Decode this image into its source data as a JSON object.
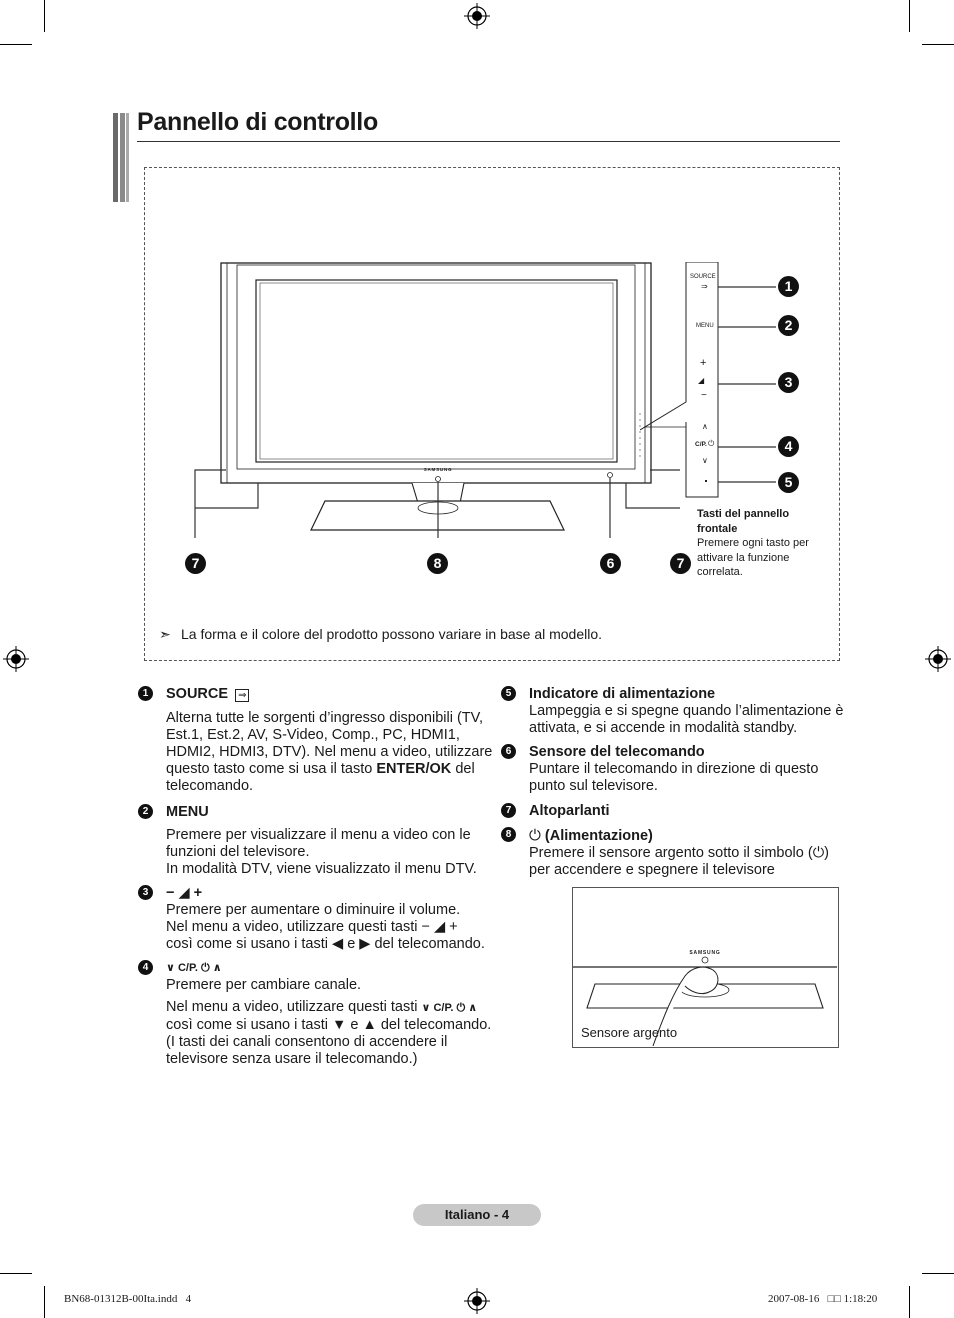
{
  "page": {
    "title": "Pannello di controllo",
    "note": "La forma e il colore del prodotto possono variare in base al modello.",
    "footer_page_label": "Italiano - 4",
    "footer_file": "BN68-01312B-00Ita.indd   4",
    "footer_date": "2007-08-16   □□ 1:18:20"
  },
  "figure": {
    "brand": "SAMSUNG",
    "panel_source_label": "SOURCE",
    "panel_menu_label": "MENU",
    "panel_plus": "+",
    "panel_minus": "−",
    "panel_up": "∧",
    "panel_cp": "C/P.",
    "panel_down": "∨",
    "callouts": [
      "1",
      "2",
      "3",
      "4",
      "5",
      "7",
      "8",
      "6",
      "7"
    ],
    "panel_note_title": "Tasti del pannello frontale",
    "panel_note_body": "Premere ogni tasto per attivare la funzione correlata."
  },
  "items_left": [
    {
      "num": "1",
      "heading": "SOURCE",
      "body": "Alterna tutte le sorgenti d’ingresso disponibili (TV, Est.1, Est.2, AV, S-Video, Comp., PC, HDMI1, HDMI2, HDMI3, DTV). Nel menu a video, utilizzare questo tasto come si usa il tasto",
      "body_bold": "ENTER/OK",
      "body_tail": "del telecomando."
    },
    {
      "num": "2",
      "heading": "MENU",
      "body": "Premere per visualizzare il menu a video con le funzioni del televisore.",
      "body2": "In modalità DTV, viene visualizzato il menu DTV."
    },
    {
      "num": "3",
      "heading": "− ◢ +",
      "body": "Premere per aumentare o diminuire il volume.",
      "body2": "Nel menu a video, utilizzare questi tasti",
      "body3": "così come si usano i tasti ◀ e ▶ del telecomando."
    },
    {
      "num": "4",
      "heading": "∨ C/P. ⏻ ∧",
      "body": "Premere per cambiare canale.",
      "body2": "Nel menu a video, utilizzare questi tasti",
      "body3": "così come si usano i tasti ▼ e ▲ del telecomando.",
      "body4": "(I tasti dei canali consentono di accendere il televisore senza usare il telecomando.)"
    }
  ],
  "items_right": [
    {
      "num": "5",
      "heading": "Indicatore di alimentazione",
      "body": "Lampeggia e si spegne quando l’alimentazione è attivata, e si accende in modalità standby."
    },
    {
      "num": "6",
      "heading": "Sensore del telecomando",
      "body": "Puntare il telecomando in direzione di questo punto sul televisore."
    },
    {
      "num": "7",
      "heading": "Altoparlanti"
    },
    {
      "num": "8",
      "heading": "(Alimentazione)",
      "body_a": "Premere il sensore argento sotto il simbolo (",
      "body_b": ") per accendere e spegnere il televisore"
    }
  ],
  "sensor_figure": {
    "brand": "SAMSUNG",
    "caption": "Sensore argento"
  }
}
